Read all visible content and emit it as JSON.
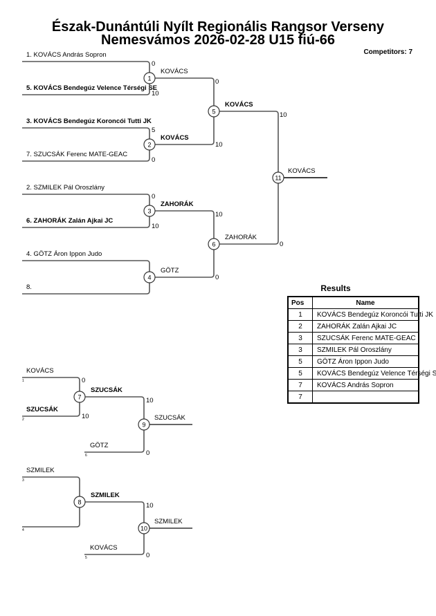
{
  "header": {
    "title_line1": "Észak-Dunántúli Nyílt Regionális Rangsor Verseny",
    "title_line2": "Nemesvámos 2026-02-28 U15 fiú-66",
    "competitors_label": "Competitors: 7"
  },
  "main_bracket": {
    "entries": [
      {
        "seed": 1,
        "label": "1. KOVÁCS András Sopron",
        "bold": false
      },
      {
        "seed": 5,
        "label": "5. KOVÁCS Bendegúz Velence Térségi SE",
        "bold": true
      },
      {
        "seed": 3,
        "label": "3. KOVÁCS Bendegúz Koroncói Tutti JK",
        "bold": true
      },
      {
        "seed": 7,
        "label": "7. SZUCSÁK Ferenc MATE-GEAC",
        "bold": false
      },
      {
        "seed": 2,
        "label": "2. SZMILEK Pál Oroszlány",
        "bold": false
      },
      {
        "seed": 6,
        "label": "6. ZAHORÁK Zalán Ajkai JC",
        "bold": true
      },
      {
        "seed": 4,
        "label": "4. GÖTZ Áron Ippon Judo",
        "bold": false
      },
      {
        "seed": 8,
        "label": "8.",
        "bold": false
      }
    ],
    "round1": [
      {
        "match": "1",
        "winner": "KOVÁCS",
        "winner_bold": false,
        "score_top": "0",
        "score_bottom": "10"
      },
      {
        "match": "2",
        "winner": "KOVÁCS",
        "winner_bold": true,
        "score_top": "5",
        "score_bottom": "0"
      },
      {
        "match": "3",
        "winner": "ZAHORÁK",
        "winner_bold": true,
        "score_top": "0",
        "score_bottom": "10"
      },
      {
        "match": "4",
        "winner": "GÖTZ",
        "winner_bold": false,
        "score_top": "",
        "score_bottom": ""
      }
    ],
    "round2": [
      {
        "match": "5",
        "winner": "KOVÁCS",
        "winner_bold": true,
        "score_top": "0",
        "score_bottom": "10"
      },
      {
        "match": "6",
        "winner": "ZAHORÁK",
        "winner_bold": false,
        "score_top": "10",
        "score_bottom": "0"
      }
    ],
    "final": {
      "match": "11",
      "winner": "KOVÁCS",
      "winner_bold": false,
      "score_top": "10",
      "score_bottom": "0"
    }
  },
  "repechage": [
    {
      "entries": [
        {
          "name": "KOVÁCS",
          "bold": false,
          "ref": "1"
        },
        {
          "name": "SZUCSÁK",
          "bold": true,
          "ref": "2"
        },
        {
          "name": "GÖTZ",
          "bold": false,
          "ref": "6"
        }
      ],
      "first": {
        "match": "7",
        "winner": "SZUCSÁK",
        "winner_bold": true,
        "score_top": "0",
        "score_bottom": "10"
      },
      "second": {
        "match": "9",
        "winner": "SZUCSÁK",
        "winner_bold": false,
        "score_top": "10",
        "score_bottom": "0"
      }
    },
    {
      "entries": [
        {
          "name": "SZMILEK",
          "bold": false,
          "ref": "3"
        },
        {
          "name": "",
          "bold": false,
          "ref": "4"
        },
        {
          "name": "KOVÁCS",
          "bold": false,
          "ref": "5"
        }
      ],
      "first": {
        "match": "8",
        "winner": "SZMILEK",
        "winner_bold": true,
        "score_top": "",
        "score_bottom": ""
      },
      "second": {
        "match": "10",
        "winner": "SZMILEK",
        "winner_bold": false,
        "score_top": "10",
        "score_bottom": "0"
      }
    }
  ],
  "results": {
    "title": "Results",
    "columns": [
      "Pos",
      "Name"
    ],
    "rows": [
      {
        "pos": "1",
        "name": "KOVÁCS Bendegúz Koroncói Tutti JK"
      },
      {
        "pos": "2",
        "name": "ZAHORÁK Zalán Ajkai JC"
      },
      {
        "pos": "3",
        "name": "SZUCSÁK Ferenc MATE-GEAC"
      },
      {
        "pos": "3",
        "name": "SZMILEK Pál Oroszlány"
      },
      {
        "pos": "5",
        "name": "GÖTZ Áron Ippon Judo"
      },
      {
        "pos": "5",
        "name": "KOVÁCS Bendegúz Velence Térségi SE"
      },
      {
        "pos": "7",
        "name": "KOVÁCS András Sopron"
      },
      {
        "pos": "7",
        "name": ""
      }
    ]
  }
}
